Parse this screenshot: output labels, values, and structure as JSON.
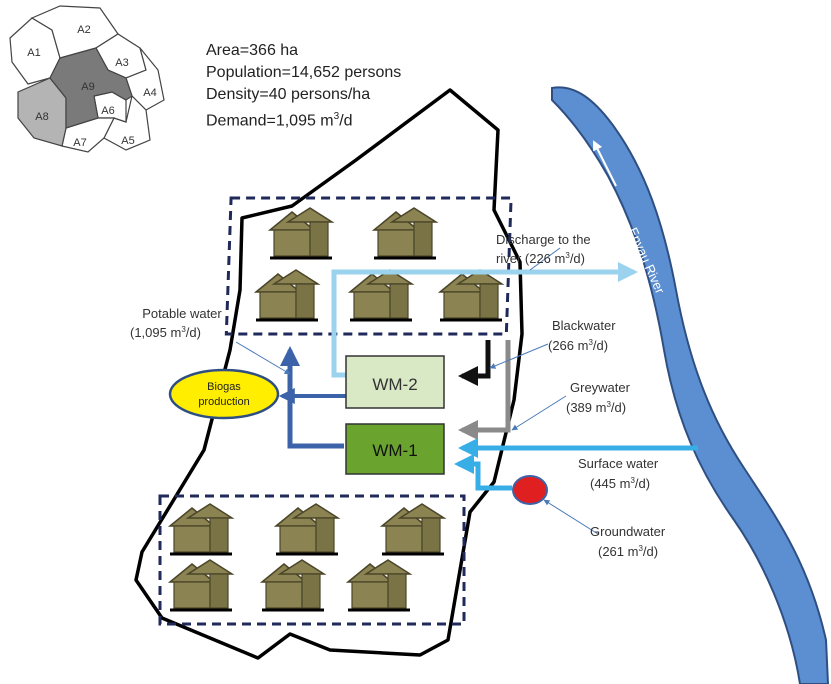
{
  "inset_map": {
    "zones": [
      "A1",
      "A2",
      "A3",
      "A4",
      "A5",
      "A6",
      "A7",
      "A8",
      "A9"
    ],
    "highlight_colors": {
      "A9": "#7a7a7a",
      "A8": "#b4b4b4"
    }
  },
  "stats": {
    "area": "Area=366 ha",
    "population": "Population=14,652 persons",
    "density": "Density=40 persons/ha",
    "demand_prefix": "Demand=1,095 m",
    "demand_sup": "3",
    "demand_suffix": "/d"
  },
  "river": {
    "name": "Enyau River",
    "color": "#5b8fd1"
  },
  "units": {
    "wm2": {
      "label": "WM-2",
      "color": "#d9e8c5"
    },
    "wm1": {
      "label": "WM-1",
      "color": "#6aa32e"
    }
  },
  "biogas": {
    "line1": "Biogas",
    "line2": "production",
    "color": "#ffee00"
  },
  "flows": {
    "discharge": {
      "line1": "Discharge to the",
      "line2_prefix": "river (226 m",
      "sup": "3",
      "suffix": "/d)"
    },
    "potable": {
      "line1": "Potable water",
      "line2_prefix": "(1,095 m",
      "sup": "3",
      "suffix": "/d)"
    },
    "blackwater": {
      "line1": "Blackwater",
      "line2_prefix": "(266 m",
      "sup": "3",
      "suffix": "/d)"
    },
    "greywater": {
      "line1": "Greywater",
      "line2_prefix": "(389 m",
      "sup": "3",
      "suffix": "/d)"
    },
    "surface": {
      "line1": "Surface water",
      "line2_prefix": "(445 m",
      "sup": "3",
      "suffix": "/d)"
    },
    "groundwater": {
      "line1": "Groundwater",
      "line2_prefix": "(261 m",
      "sup": "3",
      "suffix": "/d)"
    }
  },
  "colors": {
    "house_wall": "#8b8352",
    "cluster_border": "#1f2a5a",
    "light_blue": "#9bd3ee",
    "surface_blue": "#38aee6",
    "dark_blue": "#3c62a9",
    "grey_arrow": "#8a8a8a",
    "groundwater_dot": "#e02020"
  }
}
